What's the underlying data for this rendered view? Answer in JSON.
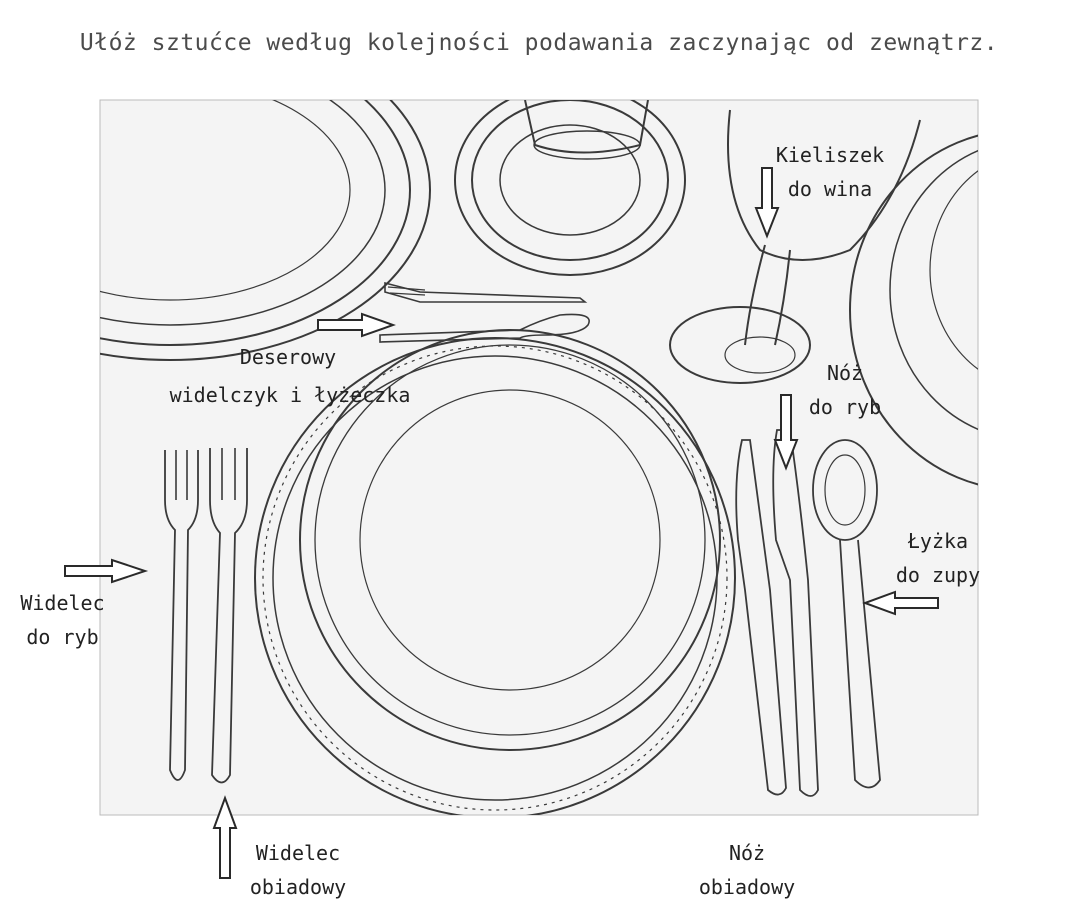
{
  "title": "Ułóż sztućce według kolejności podawania zaczynając od zewnątrz.",
  "labels": {
    "dessert_line1": "Deserowy",
    "dessert_line2": "widelczyk i łyżeczka",
    "wine_line1": "Kieliszek",
    "wine_line2": "do wina",
    "fish_knife_line1": "Nóż",
    "fish_knife_line2": "do ryb",
    "soup_spoon_line1": "Łyżka",
    "soup_spoon_line2": "do zupy",
    "fish_fork_line1": "Widelec",
    "fish_fork_line2": "do ryb",
    "dinner_fork_line1": "Widelec",
    "dinner_fork_line2": "obiadowy",
    "dinner_knife_line1": "Nóż",
    "dinner_knife_line2": "obiadowy"
  },
  "colors": {
    "line": "#3a3a3a",
    "photo_bg": "#f4f4f4",
    "text": "#222222",
    "title": "#4b4b4b"
  }
}
